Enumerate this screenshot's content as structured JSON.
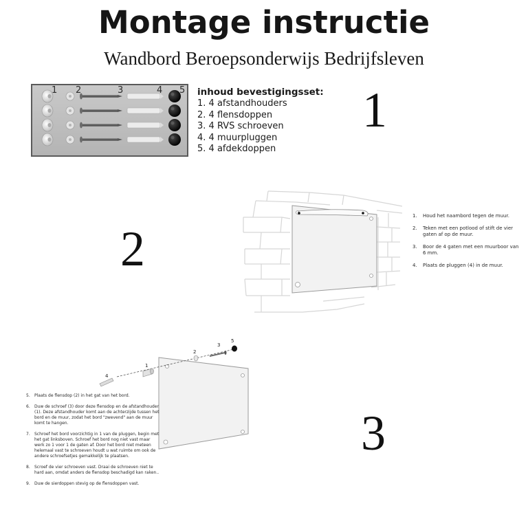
{
  "header": {
    "title": "Montage instructie",
    "subtitle": "Wandbord Beroepsonderwijs Bedrijfsleven"
  },
  "kit": {
    "photo_numbers": [
      "1",
      "2",
      "3",
      "4",
      "5"
    ],
    "heading": "inhoud bevestigingsset:",
    "items": [
      "1. 4 afstandhouders",
      "2. 4 flensdoppen",
      "3. 4 RVS schroeven",
      "4. 4 muurpluggen",
      "5. 4 afdekdoppen"
    ]
  },
  "steps": {
    "step1_number": "1",
    "step2_number": "2",
    "step3_number": "3",
    "step2_instructions": [
      {
        "num": "1.",
        "text": "Houd het naambord tegen de muur."
      },
      {
        "num": "2.",
        "text": "Teken met een potlood of stift de vier gaten af op de muur."
      },
      {
        "num": "3.",
        "text": "Boor de 4 gaten met een muurboor van 6 mm."
      },
      {
        "num": "4.",
        "text": "Plaats de pluggen (4) in de muur."
      }
    ],
    "step3_instructions": [
      {
        "num": "5.",
        "text": "Plaats de flensdop (2) in het gat van het bord."
      },
      {
        "num": "6.",
        "text": "Duw de schroef (3) door deze flensdop en de afstandhouder (1). Deze afstandhouder komt aan de achterzijde tussen het bord en de muur, zodat het bord \"zwevend\" aan de muur komt te hangen."
      },
      {
        "num": "7.",
        "text": "Schroef het bord voorzichtig in 1 van de pluggen, begin met het gat linksboven. Schroef het bord nog niet vast maar werk zo 1 voor 1 de gaten af. Door het bord niet meteen helemaal vast te schroeven houdt u wat ruimte om ook de andere schroefsetjes gemakkelijk te plaatsen."
      },
      {
        "num": "8.",
        "text": "Scroef de vier schroeven vast. Draai de schroeven niet te hard aan, omdat anders de flensdop beschadigd kan raken.."
      },
      {
        "num": "9.",
        "text": "Duw de sierdoppen stevig op de flensdoppen vast."
      }
    ],
    "exploded_labels": [
      "4",
      "1",
      "2",
      "3",
      "5"
    ]
  },
  "colors": {
    "photo_background": "#bdbdbd",
    "brick_line": "#d4d4d4",
    "board_fill": "#f2f2f2",
    "board_stroke": "#9a9a9a",
    "cap_color": "#111111"
  },
  "icons": {
    "spacer": "afstandhouder-icon",
    "flange_cap": "flensdop-icon",
    "screw": "rvs-schroef-icon",
    "plug": "muurplug-icon",
    "cover_cap": "afdekdop-icon",
    "brick_wall": "brick-wall-icon",
    "sign_board": "naambord-icon",
    "level": "waterpas-icon"
  }
}
